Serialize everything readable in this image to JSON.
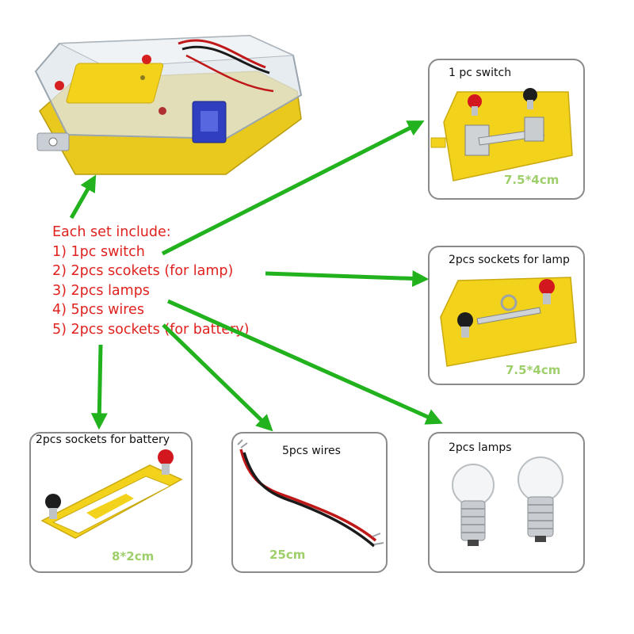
{
  "include_list": {
    "heading": "Each set include:",
    "items": [
      "1) 1pc switch",
      "2) 2pcs scokets (for lamp)",
      "3) 2pcs lamps",
      "4) 5pcs wires",
      "5) 2pcs sockets (for battery)"
    ]
  },
  "panels": {
    "switch": {
      "caption": "1 pc switch",
      "dimension": "7.5*4cm"
    },
    "lamp_socket": {
      "caption": "2pcs sockets for lamp",
      "dimension": "7.5*4cm"
    },
    "battery_socket": {
      "caption": "2pcs sockets for battery",
      "dimension": "8*2cm"
    },
    "wires": {
      "caption": "5pcs wires",
      "dimension": "25cm"
    },
    "lamps": {
      "caption": "2pcs lamps"
    }
  },
  "colors": {
    "list_text": "#e0221f",
    "arrow": "#22b21e",
    "dimension_text": "#9fcf6b",
    "component_yellow": "#f3d21c"
  }
}
